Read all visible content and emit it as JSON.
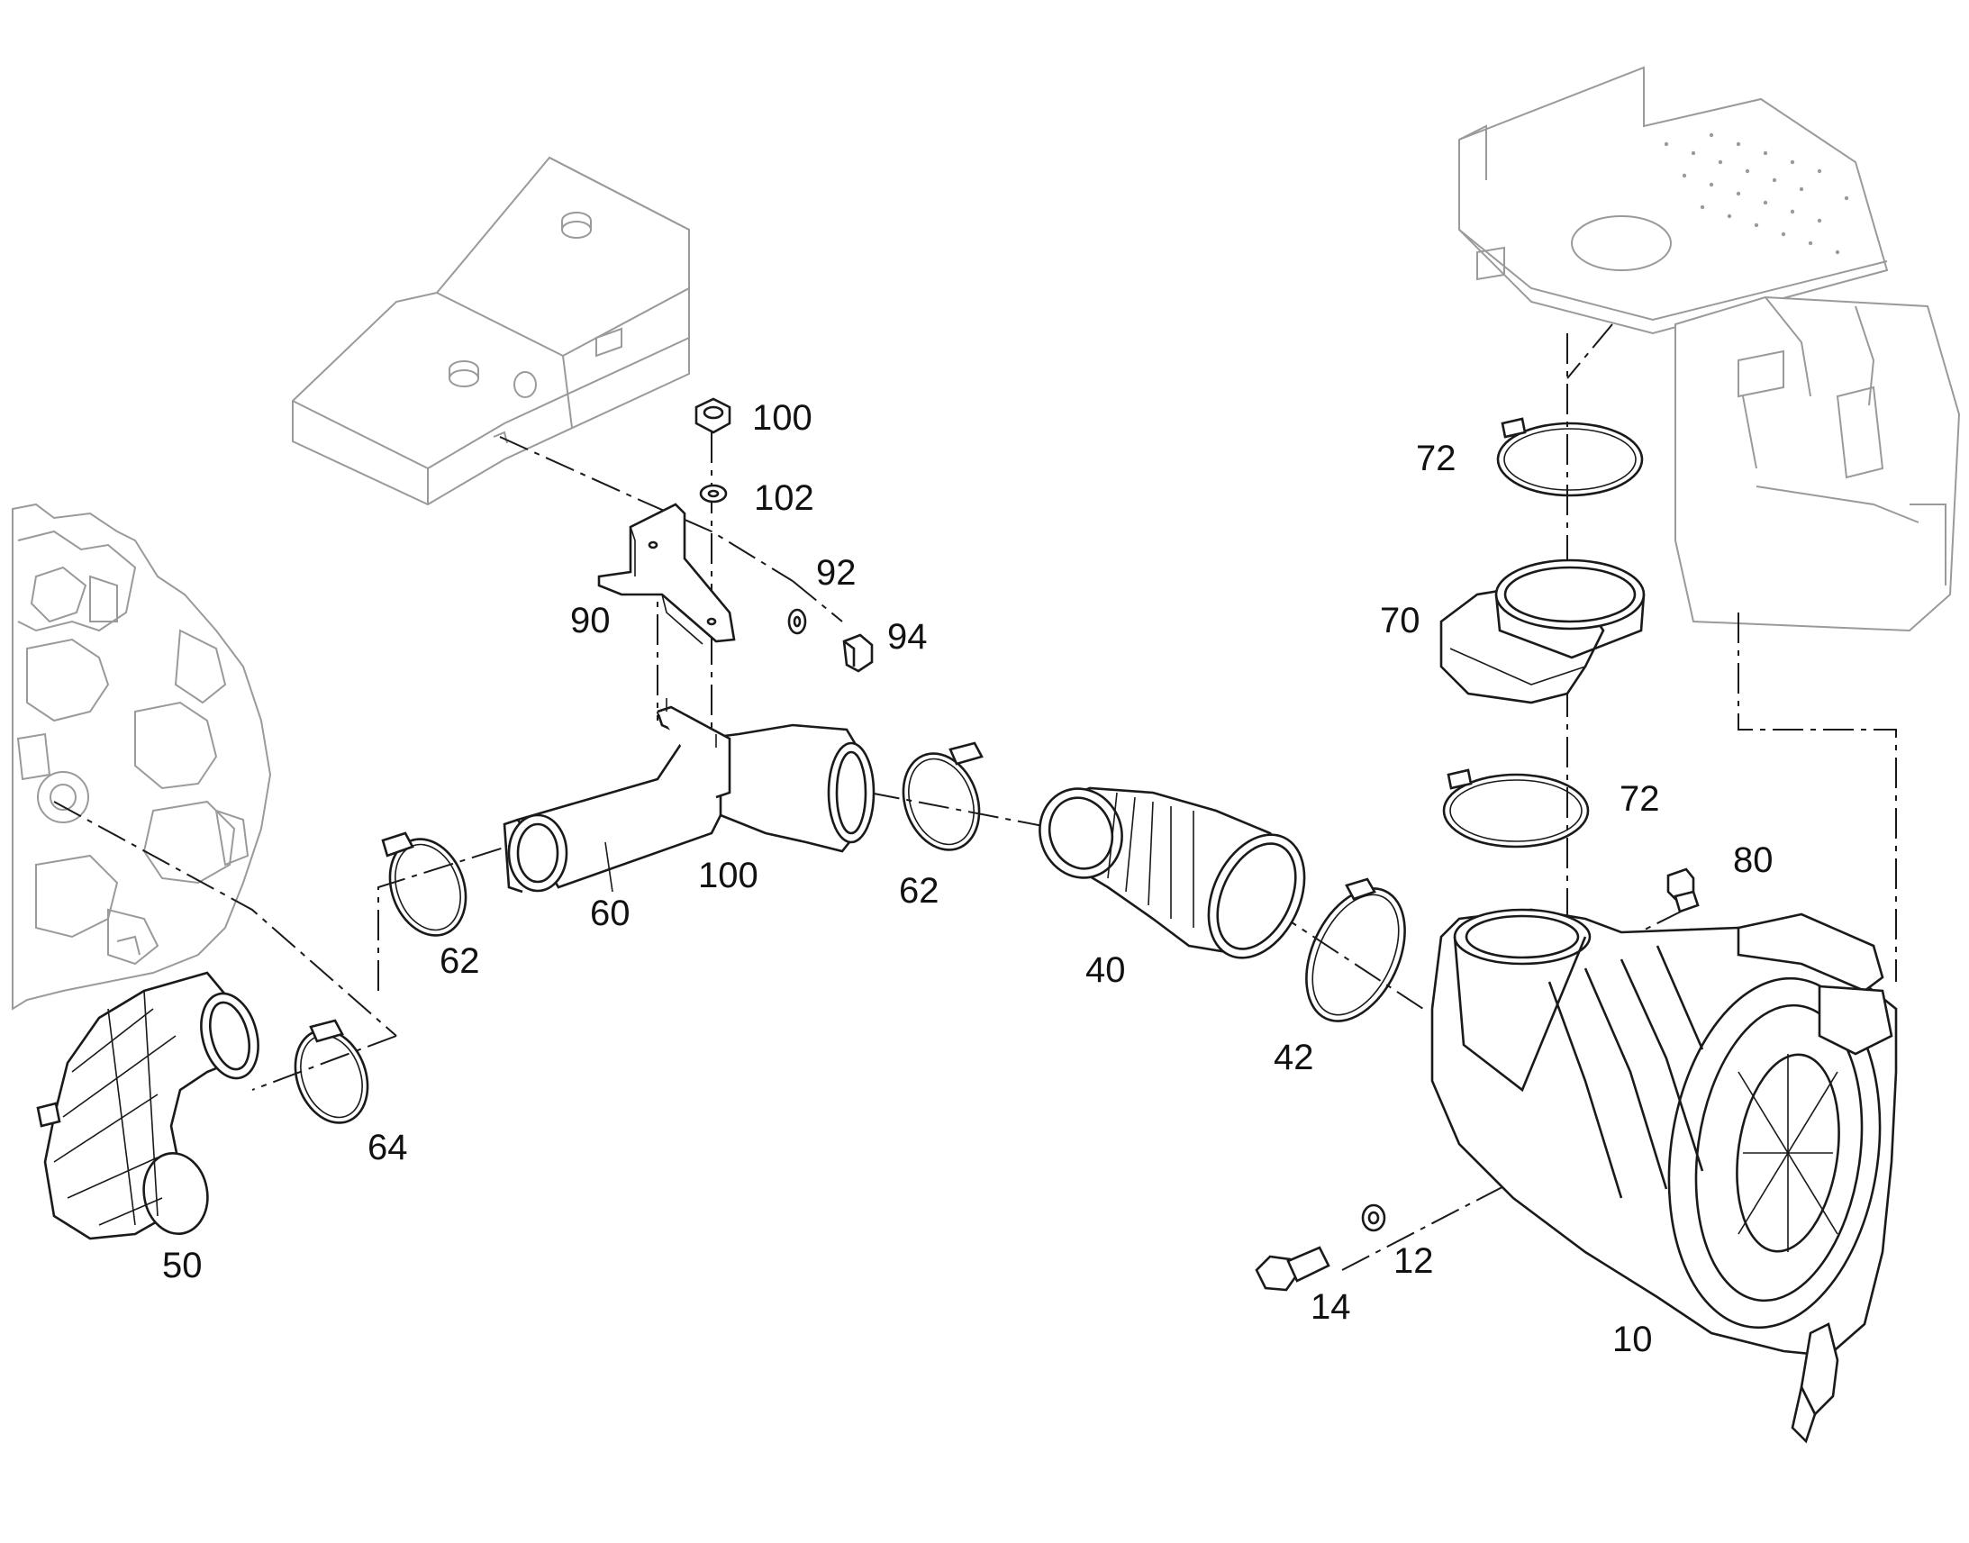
{
  "labels": [
    {
      "key": "p100a",
      "text": "100"
    },
    {
      "key": "p102",
      "text": "102"
    },
    {
      "key": "p92",
      "text": "92"
    },
    {
      "key": "p90",
      "text": "90"
    },
    {
      "key": "p94",
      "text": "94"
    },
    {
      "key": "p100b",
      "text": "100"
    },
    {
      "key": "p60",
      "text": "60"
    },
    {
      "key": "p62a",
      "text": "62"
    },
    {
      "key": "p62b",
      "text": "62"
    },
    {
      "key": "p64",
      "text": "64"
    },
    {
      "key": "p50",
      "text": "50"
    },
    {
      "key": "p40",
      "text": "40"
    },
    {
      "key": "p42",
      "text": "42"
    },
    {
      "key": "p72a",
      "text": "72"
    },
    {
      "key": "p70",
      "text": "70"
    },
    {
      "key": "p72b",
      "text": "72"
    },
    {
      "key": "p80",
      "text": "80"
    },
    {
      "key": "p12",
      "text": "12"
    },
    {
      "key": "p14",
      "text": "14"
    },
    {
      "key": "p10",
      "text": "10"
    }
  ]
}
